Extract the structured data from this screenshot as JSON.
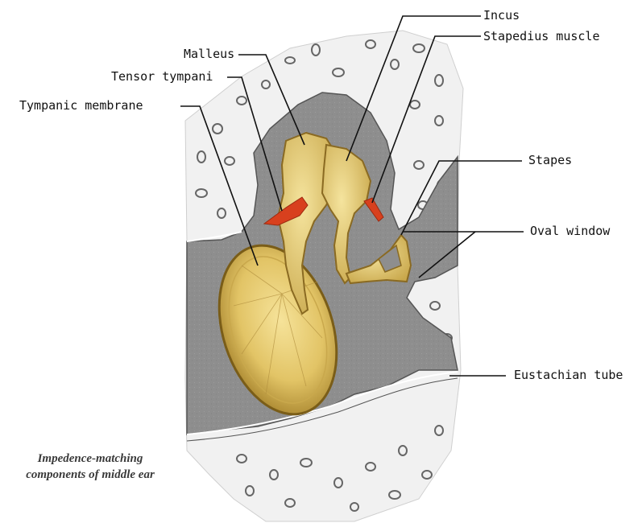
{
  "labels": {
    "incus": "Incus",
    "stapedius_muscle": "Stapedius muscle",
    "malleus": "Malleus",
    "tensor_tympani": "Tensor tympani",
    "tympanic_membrane": "Tympanic membrane",
    "stapes": "Stapes",
    "oval_window": "Oval window",
    "eustachian_tube": "Eustachian tube"
  },
  "caption": {
    "line1": "Impedence-matching",
    "line2": "components of middle ear"
  },
  "colors": {
    "bone_white": "#f4f4f4",
    "cavity_gray": "#8c8c8c",
    "ossicle_gold": "#e8cf72",
    "ossicle_shade": "#b8963a",
    "muscle_red": "#d8401e",
    "leader_line": "#111111"
  },
  "icons": {
    "diagram": "middle-ear-anatomy-illustration"
  }
}
